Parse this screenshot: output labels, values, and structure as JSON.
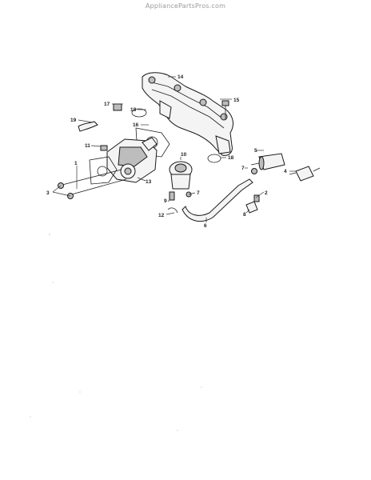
{
  "watermark": "AppliancePartsPros.com",
  "callouts": {
    "c1": "1",
    "c2": "2",
    "c3": "3",
    "c4": "4",
    "c5": "5",
    "c6": "6",
    "c7a": "7",
    "c7b": "7",
    "c8": "8",
    "c9": "9",
    "c10": "10",
    "c11": "11",
    "c12": "12",
    "c13": "13",
    "c14": "14",
    "c15": "15",
    "c16": "16",
    "c17": "17",
    "c18a": "18",
    "c18b": "18",
    "c19": "19"
  }
}
